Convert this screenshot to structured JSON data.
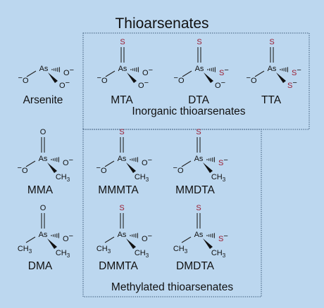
{
  "title": "Thioarsenates",
  "groups": {
    "inorganic": "Inorganic thioarsenates",
    "methylated": "Methylated thioarsenates"
  },
  "colors": {
    "background": "#bcd7ef",
    "box_border": "#3c5a78",
    "sulfur": "#9b1b30",
    "text": "#111111"
  },
  "labels": {
    "as": "As",
    "o": "O",
    "s": "S",
    "ch3": "CH",
    "ch3_sub": "3",
    "minus": "−"
  },
  "molecules": [
    {
      "id": "arsenite",
      "name": "Arsenite",
      "top": null,
      "left": "O",
      "right": "O",
      "down": "O"
    },
    {
      "id": "mta",
      "name": "MTA",
      "top": "S",
      "left": "O",
      "right": "O",
      "down": "O"
    },
    {
      "id": "dta",
      "name": "DTA",
      "top": "S",
      "left": "O",
      "right": "S",
      "down": "O"
    },
    {
      "id": "tta",
      "name": "TTA",
      "top": "S",
      "left": "O",
      "right": "S",
      "down": "S"
    },
    {
      "id": "mma",
      "name": "MMA",
      "top": "O",
      "left": "O",
      "right": "O",
      "down": "CH3"
    },
    {
      "id": "mmmta",
      "name": "MMMTA",
      "top": "S",
      "left": "O",
      "right": "O",
      "down": "CH3"
    },
    {
      "id": "mmdta",
      "name": "MMDTA",
      "top": "S",
      "left": "O",
      "right": "S",
      "down": "CH3"
    },
    {
      "id": "dma",
      "name": "DMA",
      "top": "O",
      "left": "CH3",
      "right": "O",
      "down": "CH3"
    },
    {
      "id": "dmmta",
      "name": "DMMTA",
      "top": "S",
      "left": "CH3",
      "right": "O",
      "down": "CH3"
    },
    {
      "id": "dmdta",
      "name": "DMDTA",
      "top": "S",
      "left": "CH3",
      "right": "S",
      "down": "CH3"
    }
  ]
}
